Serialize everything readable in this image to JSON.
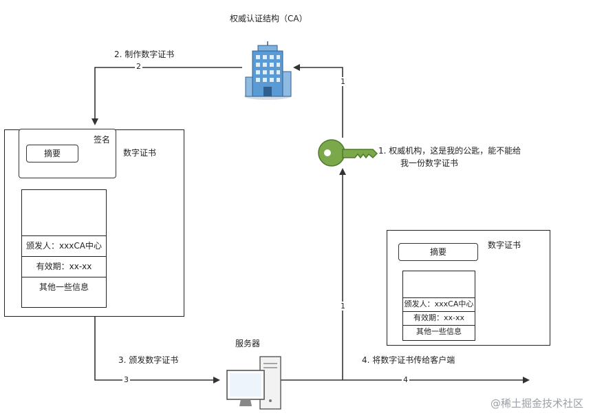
{
  "header": {
    "ca_label": "权威认证结构（CA）",
    "server_label": "服务器"
  },
  "steps": {
    "s1_text_line1": "1. 权威机构，这是我的公匙，能不能给",
    "s1_text_line2": "我一份数字证书",
    "s1_num_top": "1",
    "s1_num_mid": "1",
    "s2_text": "2. 制作数字证书",
    "s2_num": "2",
    "s3_text": "3. 颁发数字证书",
    "s3_num": "3",
    "s4_text": "4. 将数字证书传给客户端",
    "s4_num": "4"
  },
  "cert_left": {
    "sign_label": "签名",
    "summary_label": "摘要",
    "title": "数字证书",
    "issuer": "颁发人：xxxCA中心",
    "validity": "有效期：xx-xx",
    "other": "其他一些信息"
  },
  "cert_right": {
    "summary_label": "摘要",
    "title": "数字证书",
    "issuer": "颁发人：xxxCA中心",
    "validity": "有效期：xx-xx",
    "other": "其他一些信息"
  },
  "watermark": "@稀土掘金技术社区",
  "colors": {
    "key_green": "#7aa84a",
    "key_dark": "#4f7a2a",
    "building_blue": "#5b9bd5",
    "line": "#333333"
  }
}
